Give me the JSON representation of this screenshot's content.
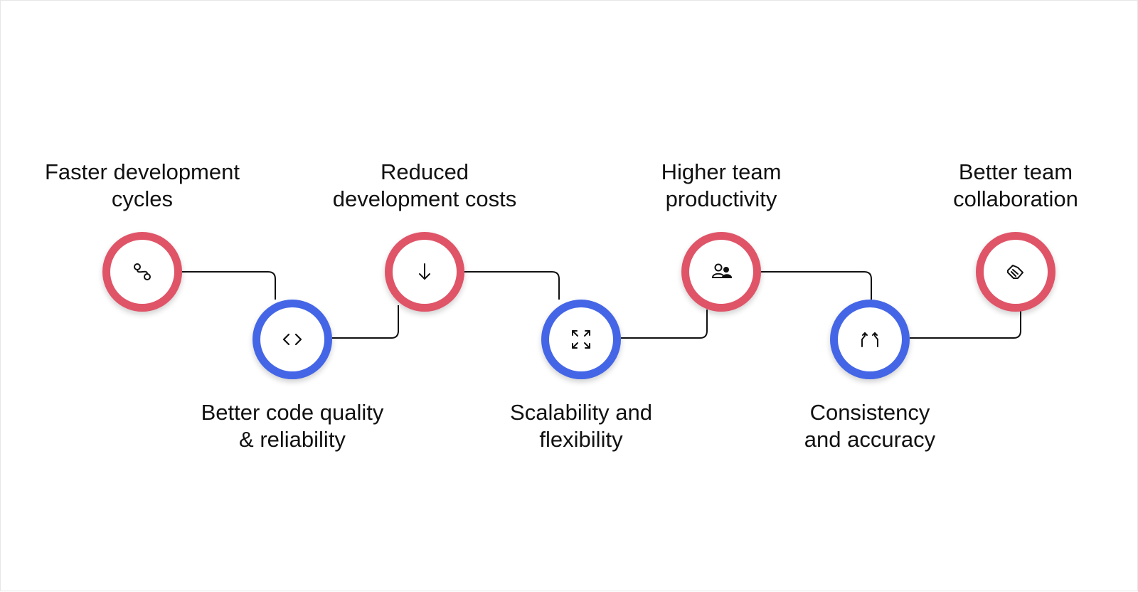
{
  "diagram": {
    "colors": {
      "top_ring": "#e05468",
      "bottom_ring": "#4466e6",
      "connector": "#111111"
    },
    "benefits": [
      {
        "id": "faster",
        "lines": [
          "Faster development",
          "cycles"
        ],
        "icon": "route-icon",
        "row": "top"
      },
      {
        "id": "quality",
        "lines": [
          "Better code quality",
          "& reliability"
        ],
        "icon": "code-brackets-icon",
        "row": "bottom"
      },
      {
        "id": "costs",
        "lines": [
          "Reduced",
          "development costs"
        ],
        "icon": "arrow-down-icon",
        "row": "top"
      },
      {
        "id": "scalability",
        "lines": [
          "Scalability and",
          "flexibility"
        ],
        "icon": "expand-icon",
        "row": "bottom"
      },
      {
        "id": "productivity",
        "lines": [
          "Higher team",
          "productivity"
        ],
        "icon": "team-icon",
        "row": "top"
      },
      {
        "id": "consistency",
        "lines": [
          "Consistency",
          "and accuracy"
        ],
        "icon": "up-arrows-icon",
        "row": "bottom"
      },
      {
        "id": "collaboration",
        "lines": [
          "Better team",
          "collaboration"
        ],
        "icon": "handshake-icon",
        "row": "top"
      }
    ]
  }
}
